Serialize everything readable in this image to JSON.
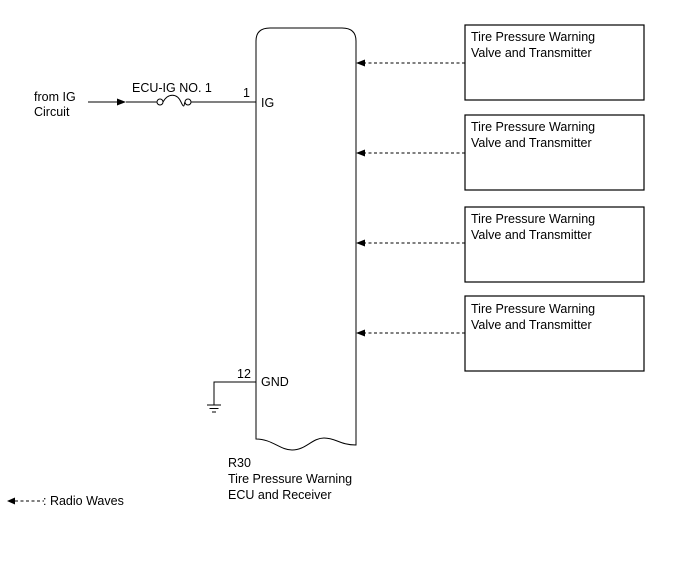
{
  "input": {
    "source_line1": "from IG",
    "source_line2": "Circuit",
    "fuse_label": "ECU-IG NO. 1"
  },
  "ecu": {
    "connector": "R30",
    "name_line1": "Tire Pressure Warning",
    "name_line2": "ECU and Receiver",
    "pins": [
      {
        "number": "1",
        "name": "IG"
      },
      {
        "number": "12",
        "name": "GND"
      }
    ]
  },
  "transmitters": [
    {
      "line1": "Tire Pressure Warning",
      "line2": "Valve and Transmitter"
    },
    {
      "line1": "Tire Pressure Warning",
      "line2": "Valve and Transmitter"
    },
    {
      "line1": "Tire Pressure Warning",
      "line2": "Valve and Transmitter"
    },
    {
      "line1": "Tire Pressure Warning",
      "line2": "Valve and Transmitter"
    }
  ],
  "legend": {
    "label": ": Radio Waves"
  }
}
